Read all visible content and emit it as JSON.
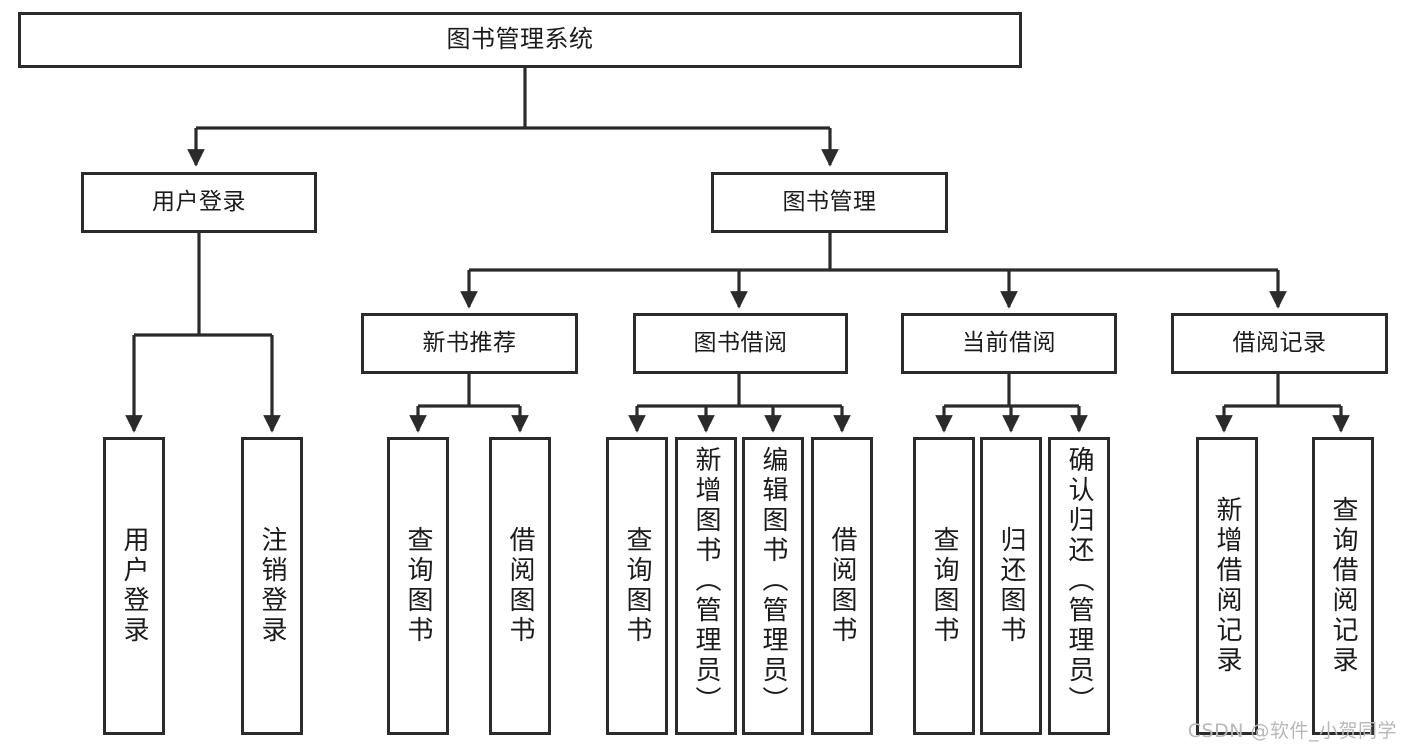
{
  "diagram": {
    "title": "图书管理系统",
    "watermark": "CSDN @软件_小贺同学",
    "colors": {
      "stroke": "#2b2b2b",
      "background": "#ffffff",
      "text": "#1b1b1b",
      "watermark": "#b8b8b8"
    },
    "root": {
      "label": "图书管理系统"
    },
    "level2": [
      {
        "label": "用户登录"
      },
      {
        "label": "图书管理"
      }
    ],
    "level3": [
      {
        "label": "新书推荐"
      },
      {
        "label": "图书借阅"
      },
      {
        "label": "当前借阅"
      },
      {
        "label": "借阅记录"
      }
    ],
    "leaves": {
      "user_login": [
        {
          "label": "用户登录"
        },
        {
          "label": "注销登录"
        }
      ],
      "new_book_recommend": [
        {
          "label": "查询图书"
        },
        {
          "label": "借阅图书"
        }
      ],
      "book_borrow": [
        {
          "label": "查询图书"
        },
        {
          "label": "新增图书（管理员）"
        },
        {
          "label": "编辑图书（管理员）"
        },
        {
          "label": "借阅图书"
        }
      ],
      "current_borrow": [
        {
          "label": "查询图书"
        },
        {
          "label": "归还图书"
        },
        {
          "label": "确认归还（管理员）"
        }
      ],
      "borrow_record": [
        {
          "label": "新增借阅记录"
        },
        {
          "label": "查询借阅记录"
        }
      ]
    }
  }
}
